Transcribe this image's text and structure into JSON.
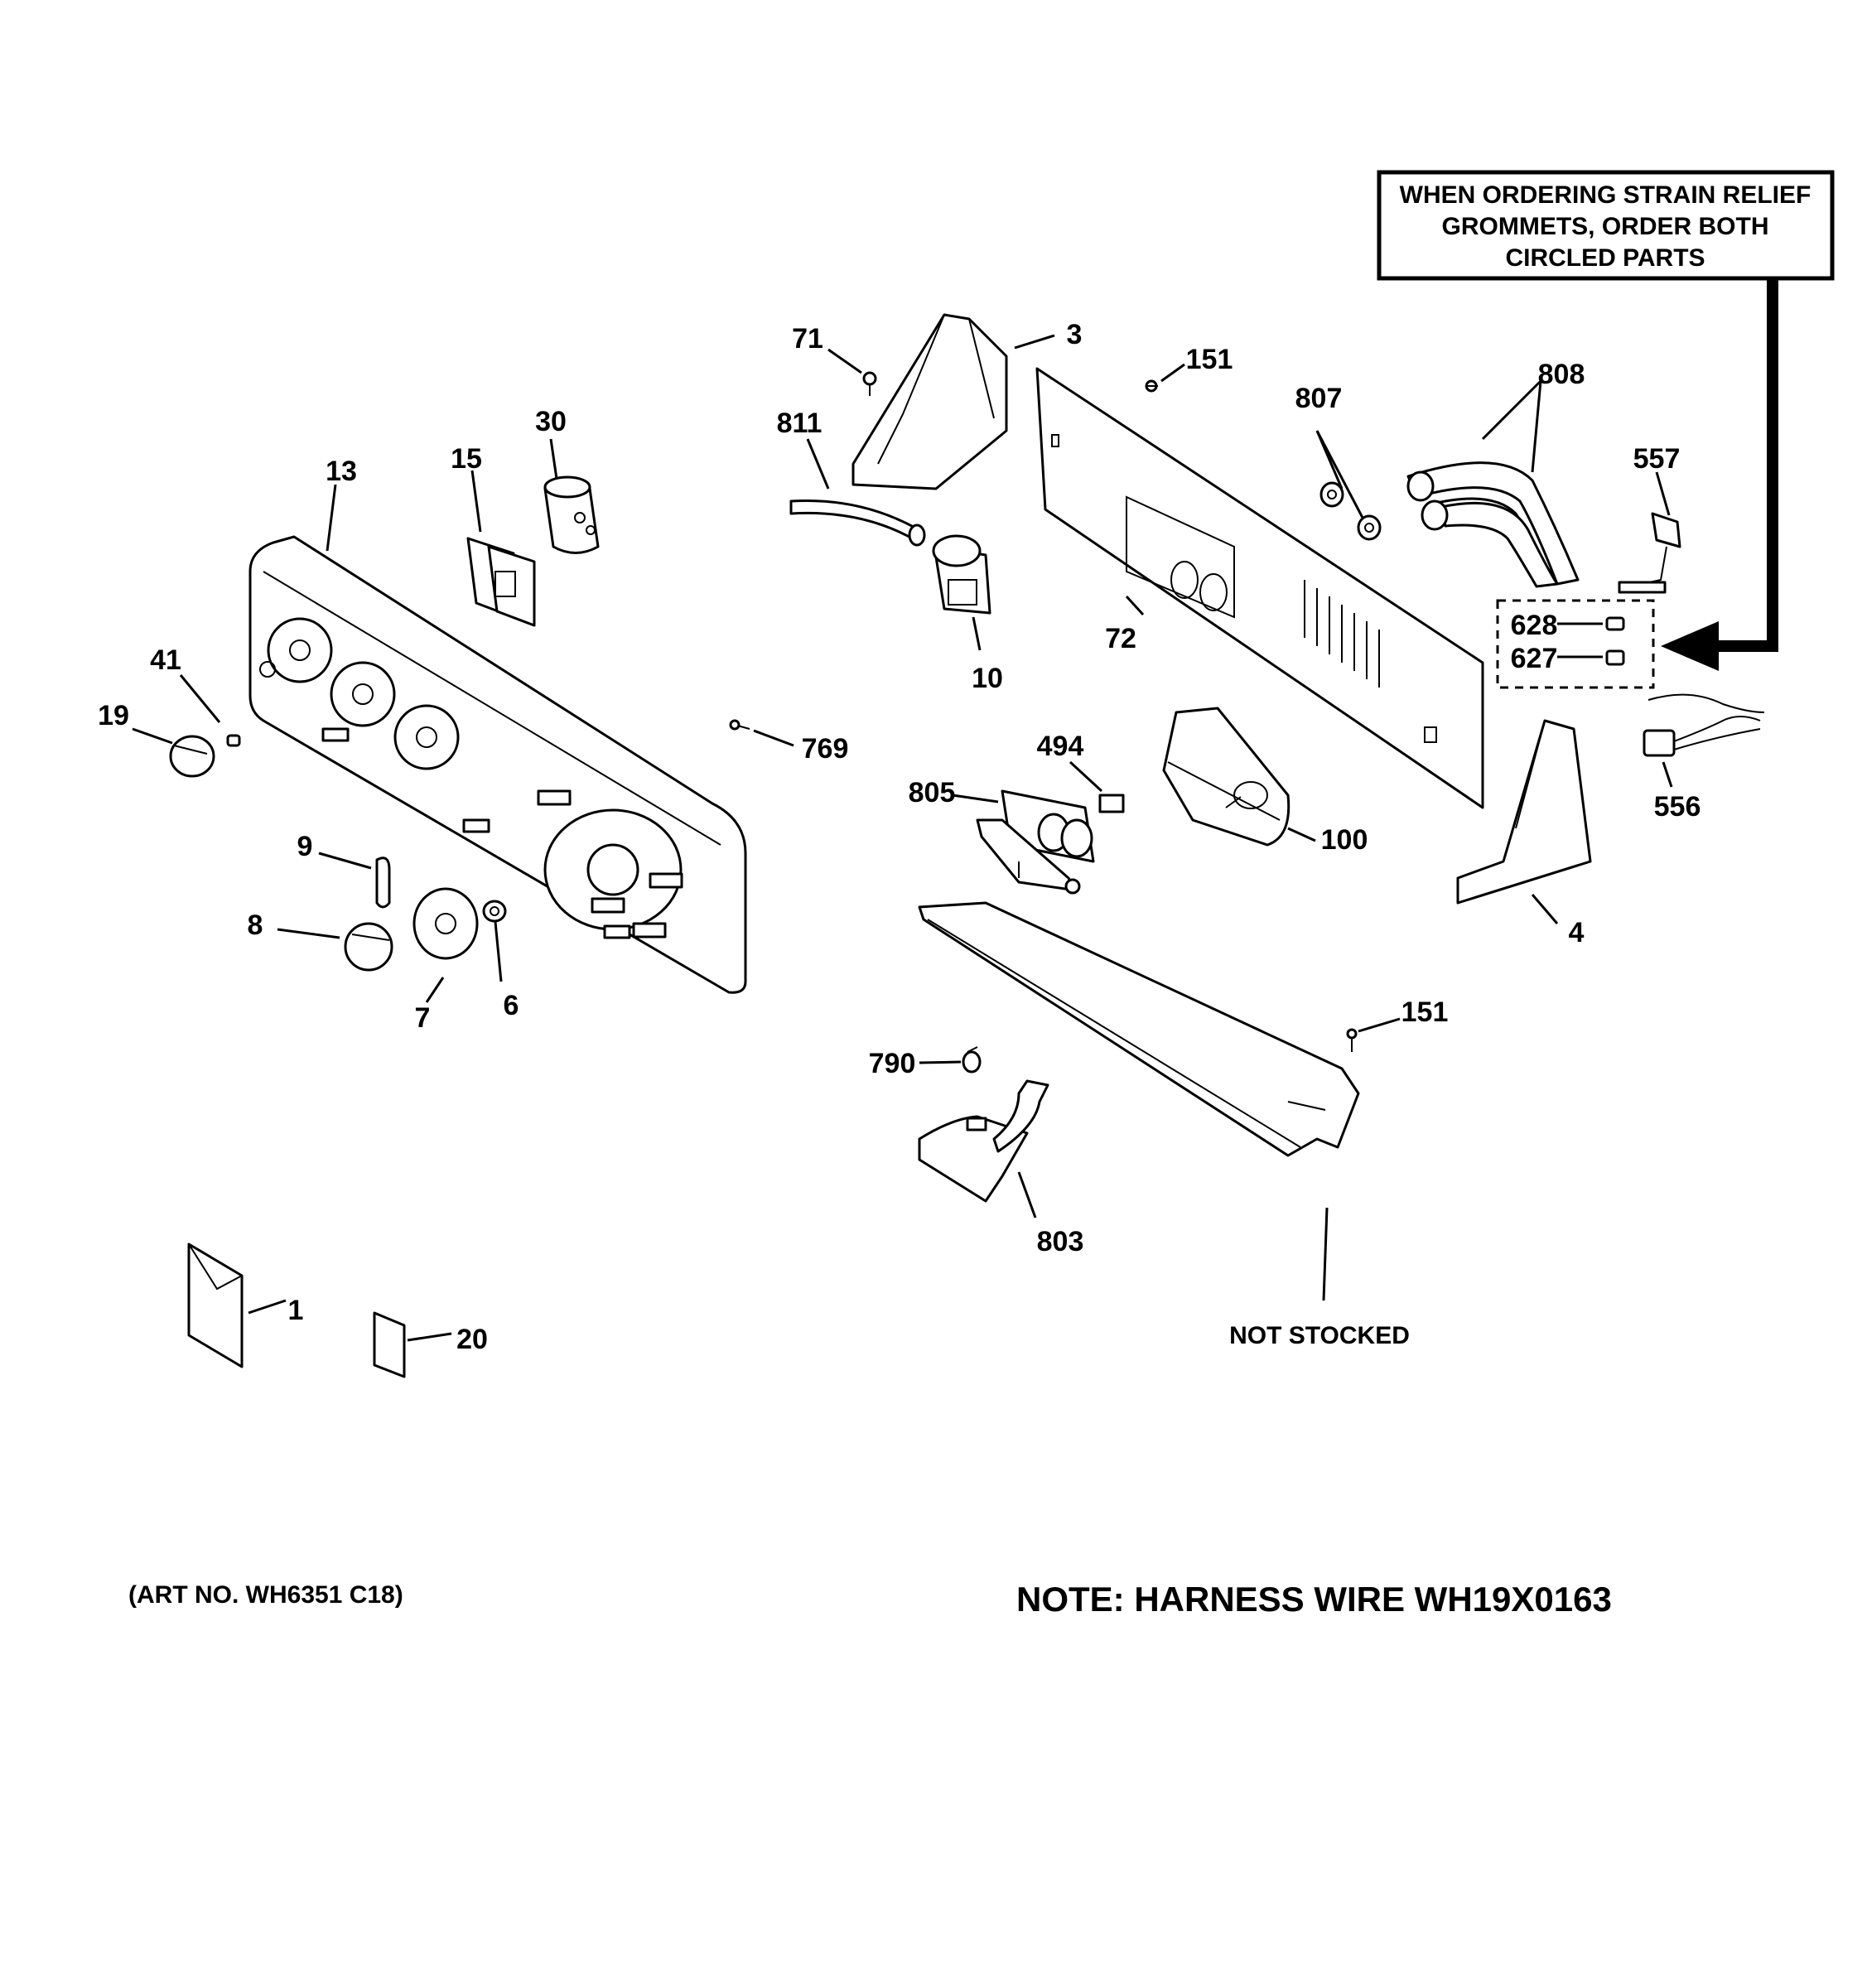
{
  "labels": {
    "p13": "13",
    "p15": "15",
    "p30": "30",
    "p41": "41",
    "p19": "19",
    "p9": "9",
    "p8": "8",
    "p7": "7",
    "p6": "6",
    "p769": "769",
    "p71": "71",
    "p3": "3",
    "p811": "811",
    "p10": "10",
    "p151a": "151",
    "p807": "807",
    "p808": "808",
    "p72": "72",
    "p557": "557",
    "p628": "628",
    "p627": "627",
    "p556": "556",
    "p494": "494",
    "p805": "805",
    "p100": "100",
    "p4": "4",
    "p151b": "151",
    "p790": "790",
    "p803": "803",
    "p1": "1",
    "p20": "20"
  },
  "note_box": {
    "line1": "WHEN ORDERING STRAIN RELIEF",
    "line2": "GROMMETS, ORDER BOTH",
    "line3": "CIRCLED PARTS"
  },
  "not_stocked": "NOT STOCKED",
  "art_no": "(ART NO. WH6351 C18)",
  "harness_note": "NOTE: HARNESS WIRE WH19X0163"
}
